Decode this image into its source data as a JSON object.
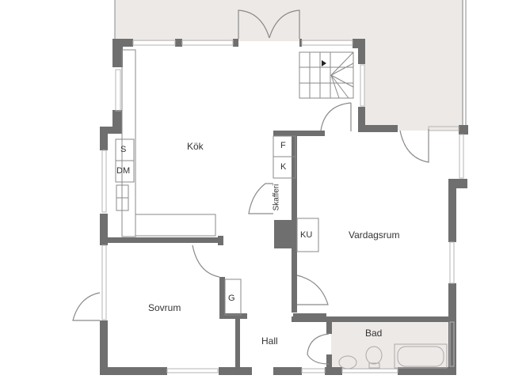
{
  "colors": {
    "wall": "#6f6f6f",
    "outdoor_floor": "#ede9e7",
    "bath_floor": "#ede9e7",
    "line": "#8a8a8a",
    "background": "#ffffff",
    "text": "#333333"
  },
  "rooms": {
    "kok": "Kök",
    "vardagsrum": "Vardagsrum",
    "sovrum": "Sovrum",
    "hall": "Hall",
    "bad": "Bad"
  },
  "fixtures": {
    "s": "S",
    "dm": "DM",
    "f": "F",
    "k": "K",
    "skafferi": "Skafferi",
    "ku": "KU",
    "g": "G"
  }
}
